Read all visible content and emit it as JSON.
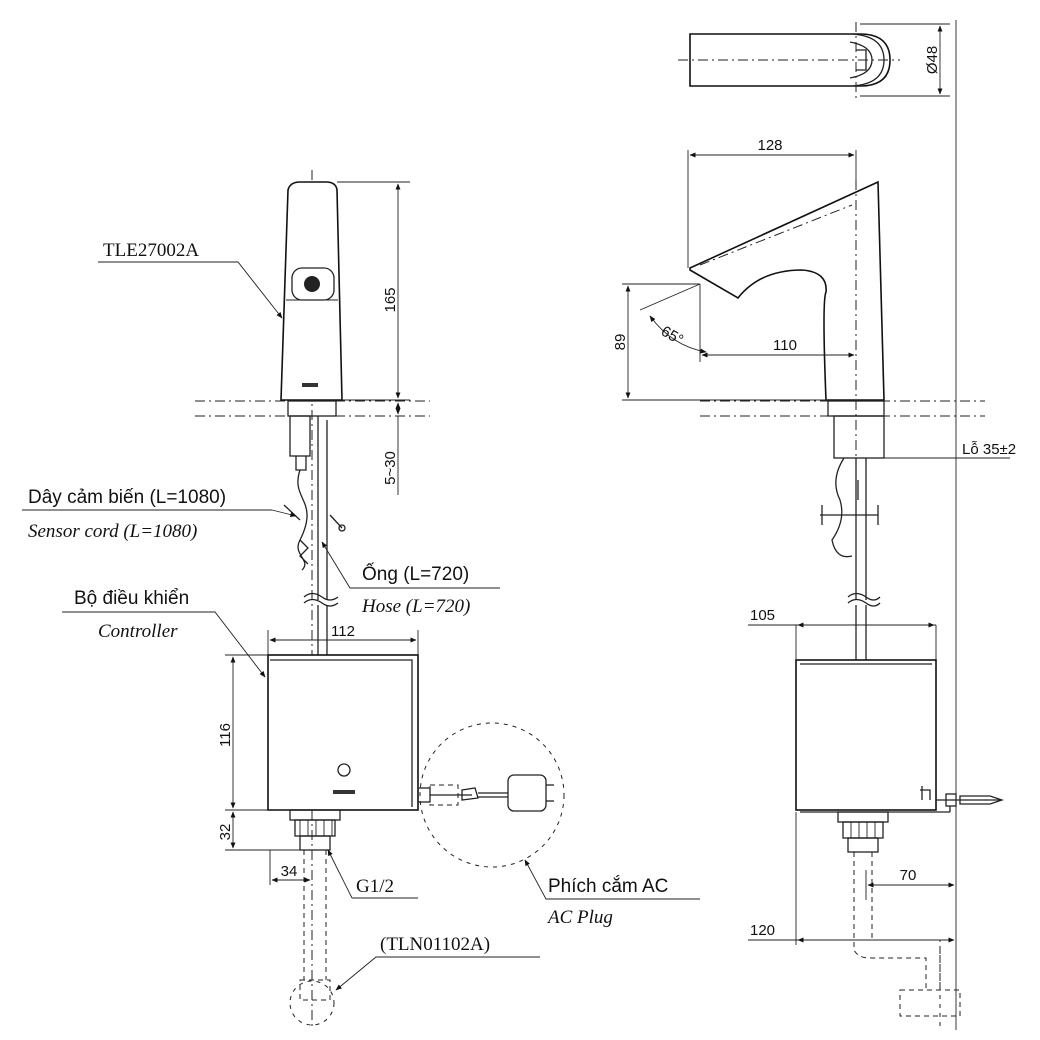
{
  "labels": {
    "faucet_model": "TLE27002A",
    "sensor_cord_vi": "Dây cảm biến (L=1080)",
    "sensor_cord_en": "Sensor cord (L=1080)",
    "hose_vi": "Ống (L=720)",
    "hose_en": "Hose (L=720)",
    "controller_vi": "Bộ điều khiển",
    "controller_en": "Controller",
    "thread": "G1/2",
    "valve_model": "(TLN01102A)",
    "ac_plug_vi": "Phích cắm AC",
    "ac_plug_en": "AC Plug",
    "hole": "Lỗ 35±2"
  },
  "dimensions": {
    "spout_height": "165",
    "deck_thickness": "5~30",
    "controller_width": "112",
    "controller_height": "116",
    "bottom_height": "32",
    "outlet_offset": "34",
    "spout_diameter": "Ø48",
    "spout_reach": "128",
    "outlet_reach": "110",
    "outlet_height": "89",
    "angle": "65°",
    "controller_depth": "105",
    "wall_to_outlet": "70",
    "wall_to_valve": "120"
  }
}
